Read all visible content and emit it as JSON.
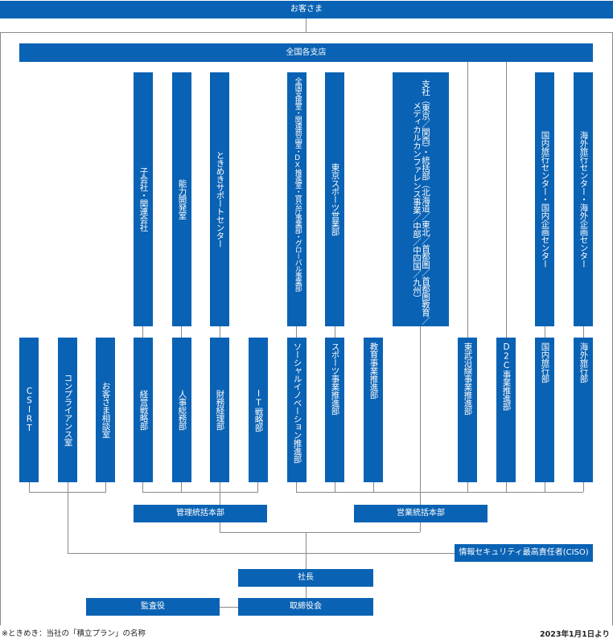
{
  "customers": "お客さま",
  "branches": "全国各支店",
  "upper_units": [
    {
      "key": "subsidiaries",
      "label": "子会社・関連会社"
    },
    {
      "key": "capability",
      "label": "能力開発室"
    },
    {
      "key": "tokimeki",
      "label": "ときめきサポートセンター"
    },
    {
      "key": "national_support",
      "label": "全国支援室・関連商品室・DX推進室・官公庁事業部・グローバル事業部"
    },
    {
      "key": "tokyo_sports",
      "label": "東京スポーツ営業部"
    },
    {
      "key": "branches_hq",
      "label": "支社（東京／関西）・統括部（北海道／東北／首都圏／首都圏教育／メディカルカンファレンス事業／中部／中四国／九州）"
    },
    {
      "key": "domestic_center",
      "label": "国内旅行センター・国内企画センター"
    },
    {
      "key": "overseas_center",
      "label": "海外旅行センター・海外企画センター"
    }
  ],
  "lower_units": [
    {
      "key": "csirt",
      "label": "CSIRT"
    },
    {
      "key": "compliance",
      "label": "コンプライアンス室"
    },
    {
      "key": "customer_consult",
      "label": "お客さま相談室"
    },
    {
      "key": "strategy",
      "label": "経営戦略部"
    },
    {
      "key": "hr",
      "label": "人事総務部"
    },
    {
      "key": "finance",
      "label": "財務経理部"
    },
    {
      "key": "it",
      "label": "IT戦略部"
    },
    {
      "key": "social_innovation",
      "label": "ソーシャルイノベーション推進部"
    },
    {
      "key": "sports_biz",
      "label": "スポーツ事業推進部"
    },
    {
      "key": "education_biz",
      "label": "教育事業推進部"
    },
    {
      "key": "tobu",
      "label": "東武沿線事業推進部"
    },
    {
      "key": "d2c",
      "label": "D2C事業推進部"
    },
    {
      "key": "domestic_travel",
      "label": "国内旅行部"
    },
    {
      "key": "overseas_travel",
      "label": "海外旅行部"
    }
  ],
  "admin_hq": "管理統括本部",
  "sales_hq": "営業統括本部",
  "ciso": "情報セキュリティ最高責任者(CISO)",
  "president": "社長",
  "auditor": "監査役",
  "board": "取締役会",
  "footnote": "※ときめき：当社の「積立プラン」の名称",
  "date_note": "2023年1月1日より"
}
